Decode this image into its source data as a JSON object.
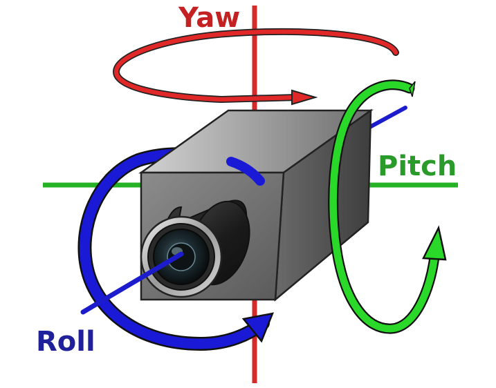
{
  "labels": {
    "yaw": "Yaw",
    "pitch": "Pitch",
    "roll": "Roll"
  },
  "colors": {
    "yaw": "#d42a2a",
    "pitch": "#26b226",
    "roll": "#1c1ccc",
    "label_yaw": "#c42222",
    "label_pitch": "#2a9a2a",
    "label_roll": "#20209a"
  },
  "icons": {
    "camera": "security-camera-icon",
    "yaw_arrow": "rotation-arrow-icon",
    "pitch_arrow": "rotation-arrow-icon",
    "roll_arrow": "rotation-arrow-icon"
  }
}
